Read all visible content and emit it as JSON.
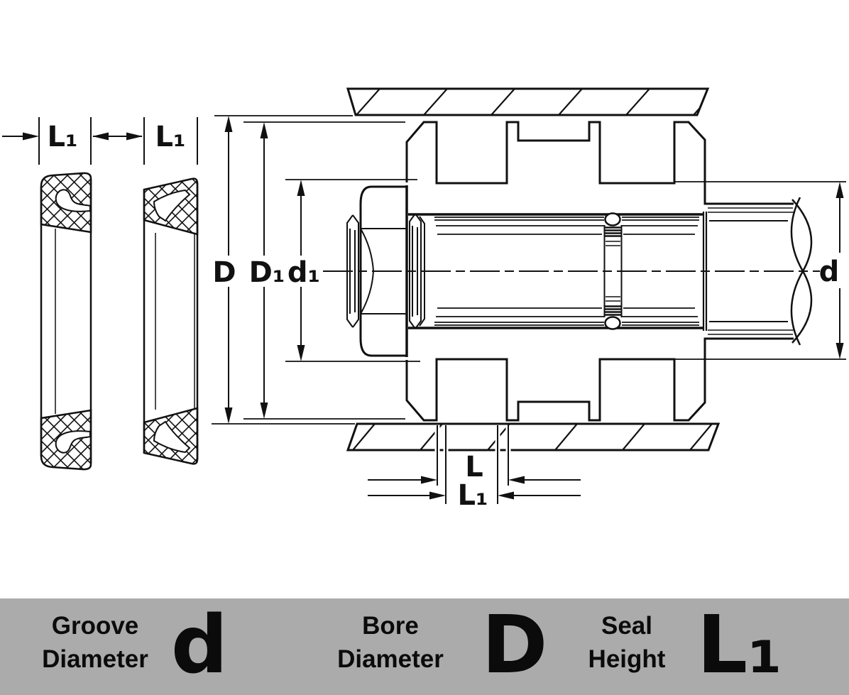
{
  "colors": {
    "line": "#111111",
    "legend_background": "#ABABAB",
    "paper": "#FFFFFF"
  },
  "drawing_labels": {
    "seal_height_left_first": "L₁",
    "seal_height_left_second": "L₁",
    "bore_diameter": "D",
    "piston_diameter": "D₁",
    "inner_diameter": "d₁",
    "groove_diameter": "d",
    "groove_length": "L",
    "seal_height_bottom": "L₁"
  },
  "legend": {
    "entries": [
      {
        "line1": "Groove",
        "line2": "Diameter",
        "symbol": "d"
      },
      {
        "line1": "Bore",
        "line2": "Diameter",
        "symbol": "D"
      },
      {
        "line1": "Seal",
        "line2": "Height",
        "symbol": "L₁"
      }
    ]
  }
}
